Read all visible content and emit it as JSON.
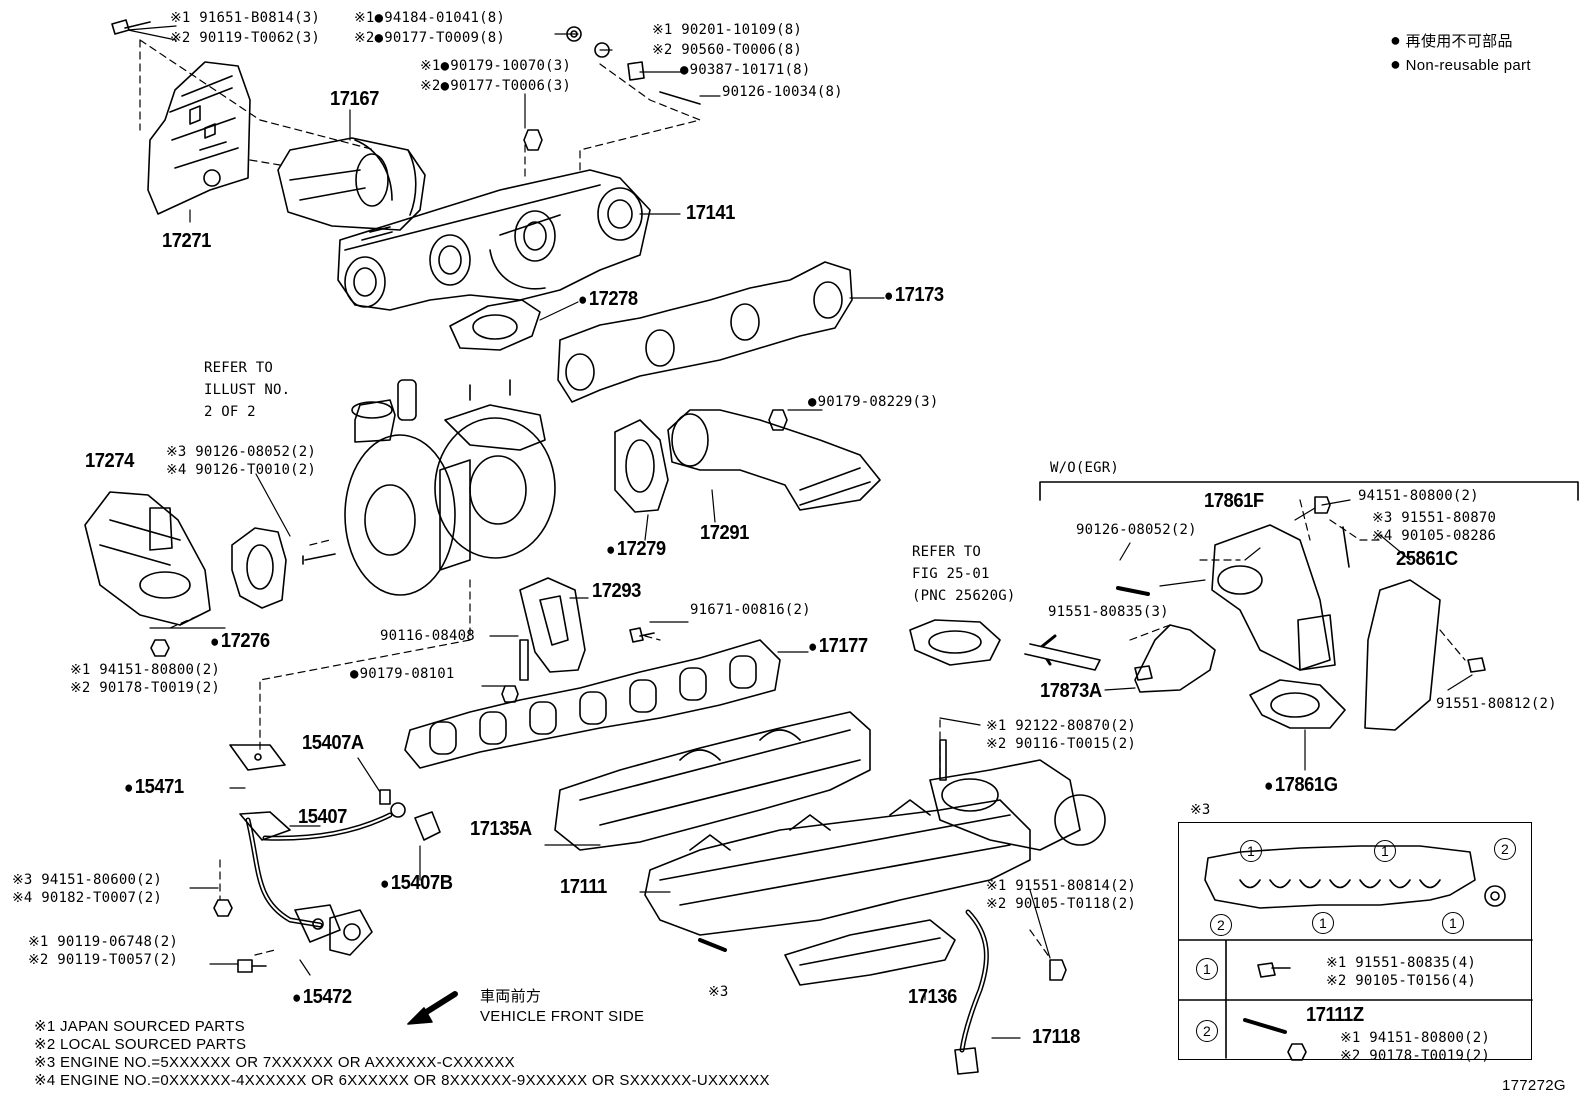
{
  "legend": {
    "line1": "再使用不可部品",
    "line2": "Non-reusable part"
  },
  "parts": {
    "p17167": "17167",
    "p17271": "17271",
    "p17141": "17141",
    "p17278": "17278",
    "p17173": "17173",
    "p17274": "17274",
    "p17276": "17276",
    "p17279": "17279",
    "p17291": "17291",
    "p17293": "17293",
    "p17177": "17177",
    "p15407A": "15407A",
    "p15471": "15471",
    "p15407": "15407",
    "p17135A": "17135A",
    "p15407B": "15407B",
    "p17111": "17111",
    "p15472": "15472",
    "p17136": "17136",
    "p17118": "17118",
    "p17861F": "17861F",
    "p25861C": "25861C",
    "p17873A": "17873A",
    "p17861G": "17861G",
    "p17111Z": "17111Z",
    "p3ref": "※3"
  },
  "labels": {
    "t1a": "※1 91651-B0814(3)",
    "t1b": "※2 90119-T0062(3)",
    "t2a": "※1",
    "t2a_pn": "94184-01041(8)",
    "t2b": "※2",
    "t2b_pn": "90177-T0009(8)",
    "t3a": "※1 90201-10109(8)",
    "t3b": "※2 90560-T0006(8)",
    "t4a": "※1",
    "t4a_pn": "90179-10070(3)",
    "t4b": "※2",
    "t4b_pn": "90177-T0006(3)",
    "t5": "90387-10171(8)",
    "t6": "90126-10034(8)",
    "refer1": "REFER TO",
    "refer2": "ILLUST NO.",
    "refer3": "2 OF 2",
    "t7": "90179-08229(3)",
    "t8a": "※3 90126-08052(2)",
    "t8b": "※4 90126-T0010(2)",
    "t9a": "※1 94151-80800(2)",
    "t9b": "※2 90178-T0019(2)",
    "t10": "91671-00816(2)",
    "t11": "90116-08408",
    "t12": "90179-08101",
    "t13a": "※1 92122-80870(2)",
    "t13b": "※2 90116-T0015(2)",
    "t14a": "※3 94151-80600(2)",
    "t14b": "※4 90182-T0007(2)",
    "t15a": "※1 90119-06748(2)",
    "t15b": "※2 90119-T0057(2)",
    "t16a": "※1 91551-80814(2)",
    "t16b": "※2 90105-T0118(2)",
    "t17": "※3",
    "wo_egr": "W/O(EGR)",
    "t18": "94151-80800(2)",
    "t19a": "※3 91551-80870",
    "t19b": "※4 90105-08286",
    "t20": "90126-08052(2)",
    "fig1": "REFER TO",
    "fig2": "FIG 25-01",
    "fig3": "(PNC 25620G)",
    "t21": "91551-80835(3)",
    "t22": "91551-80812(2)",
    "front_jp": "車両前方",
    "front_en": "VEHICLE FRONT SIDE",
    "box_c1": "1",
    "box_c2": "2",
    "box_r1a": "※1 91551-80835(4)",
    "box_r1b": "※2 90105-T0156(4)",
    "box_r2a": "※1 94151-80800(2)",
    "box_r2b": "※2 90178-T0019(2)",
    "box_title": "※3",
    "illus_no": "177272G"
  },
  "footnotes": [
    "※1 JAPAN SOURCED PARTS",
    "※2 LOCAL SOURCED PARTS",
    "※3 ENGINE NO.=5XXXXXX OR 7XXXXXX OR AXXXXXX-CXXXXXX",
    "※4 ENGINE NO.=0XXXXXX-4XXXXXX OR 6XXXXXX OR 8XXXXXX-9XXXXXX OR SXXXXXX-UXXXXXX"
  ]
}
